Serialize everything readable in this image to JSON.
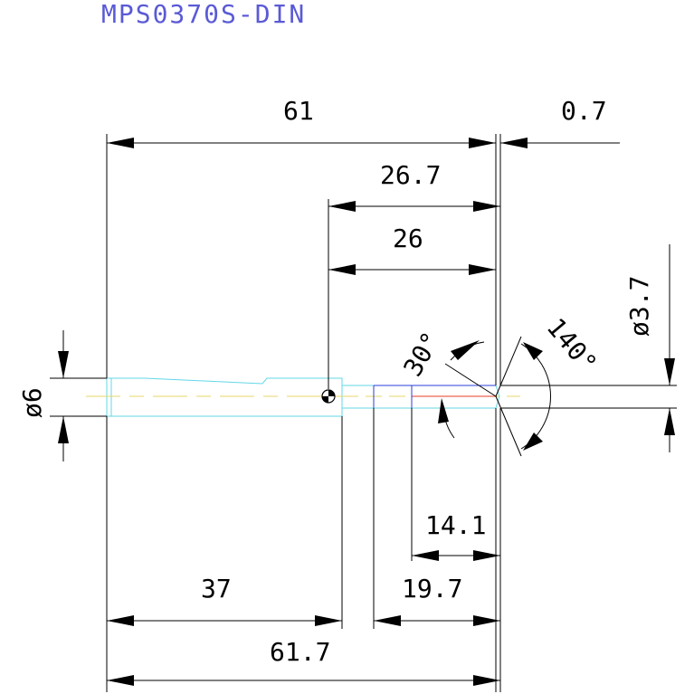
{
  "title": "MPS0370S-DIN",
  "colors": {
    "title": "#5a5ad6",
    "dimension": "#000000",
    "tool_outline": "#63d7e6",
    "center_line": "#e5d86a",
    "edge_blue": "#2a3fd8",
    "edge_red": "#e83a24"
  },
  "dimensions": {
    "overall_length": "61",
    "tip_offset": "0.7",
    "length_26_7": "26.7",
    "length_26": "26",
    "tip_diameter": "ø3.7",
    "shank_diameter": "ø6",
    "tip_angle": "140°",
    "helix_angle": "30°",
    "edge_14_1": "14.1",
    "edge_19_7": "19.7",
    "shank_length": "37",
    "total_length": "61.7"
  }
}
